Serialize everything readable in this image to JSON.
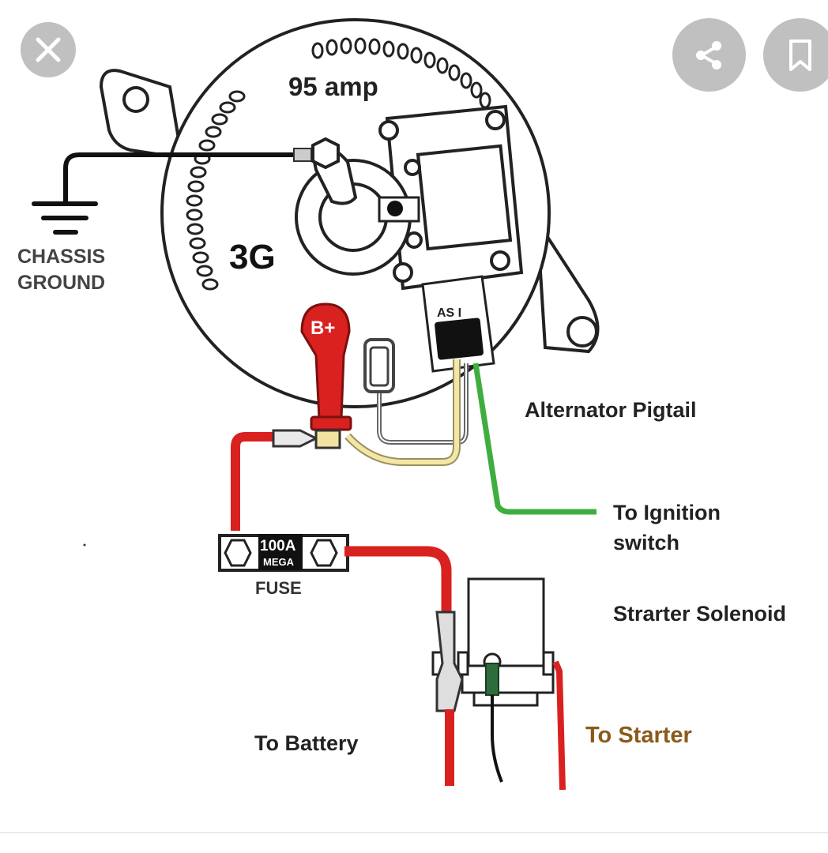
{
  "overlay": {
    "close_icon": "close-icon",
    "share_icon": "share-icon",
    "bookmark_icon": "bookmark-icon"
  },
  "diagram": {
    "rating": "95 amp",
    "model": "3G",
    "chassis_ground_line1": "CHASSIS",
    "chassis_ground_line2": "GROUND",
    "b_plus": "B+",
    "asi": "AS I",
    "alternator_pigtail": "Alternator Pigtail",
    "ignition_line1": "To Ignition",
    "ignition_line2": "switch",
    "fuse_rating": "100A",
    "fuse_type": "MEGA",
    "fuse_label": "FUSE",
    "starter_solenoid": "Strarter Solenoid",
    "to_battery": "To Battery",
    "to_starter": "To Starter",
    "colors": {
      "power_wire": "#d9211f",
      "ignition_wire": "#3fae3f",
      "yellow_wire": "#f3e7a6",
      "starter_label": "#8a5a1c",
      "outline": "#222222"
    }
  }
}
